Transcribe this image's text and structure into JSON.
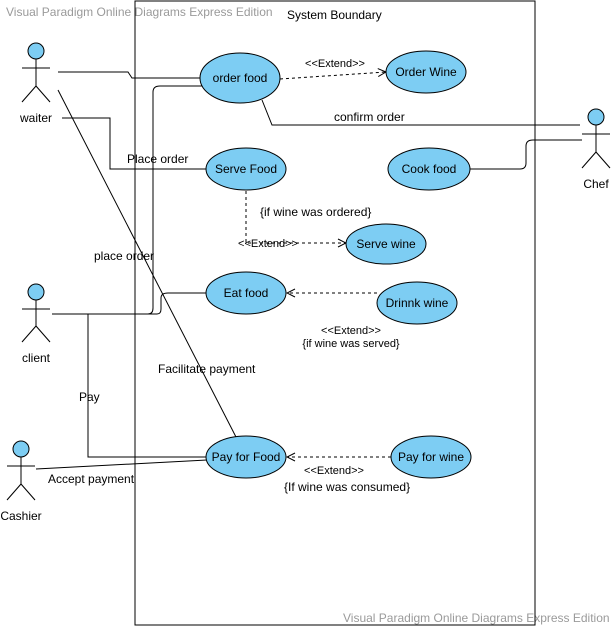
{
  "watermark": {
    "top": "Visual Paradigm Online Diagrams Express Edition",
    "bottom": "Visual Paradigm Online Diagrams Express Edition"
  },
  "system_boundary": {
    "title": "System Boundary"
  },
  "actors": {
    "waiter": "waiter",
    "client": "client",
    "cashier": "Cashier",
    "chef": "Chef"
  },
  "use_cases": {
    "order_food": "order food",
    "order_wine": "Order Wine",
    "serve_food": "Serve Food",
    "cook_food": "Cook food",
    "serve_wine": "Serve wine",
    "eat_food": "Eat food",
    "drink_wine": "Drinnk wine",
    "pay_for_food": "Pay for Food",
    "pay_for_wine": "Pay for wine"
  },
  "labels": {
    "extend_order_wine": "<<Extend>>",
    "confirm_order": "confirm order",
    "place_order_1": "Place order",
    "if_wine_ordered": "{if wine was ordered}",
    "extend_serve_wine": "<<Extend>>",
    "place_order_2": "place order",
    "extend_drink_wine": "<<Extend>>",
    "if_wine_served": "{if wine was served}",
    "facilitate_payment": "Facilitate payment",
    "pay": "Pay",
    "extend_pay_wine": "<<Extend>>",
    "if_wine_consumed": "{If wine was consumed}",
    "accept_payment": "Accept payment"
  },
  "colors": {
    "use_case_fill": "#7dcdf3",
    "actor_head_fill": "#7dcdf3",
    "line": "#000000"
  }
}
